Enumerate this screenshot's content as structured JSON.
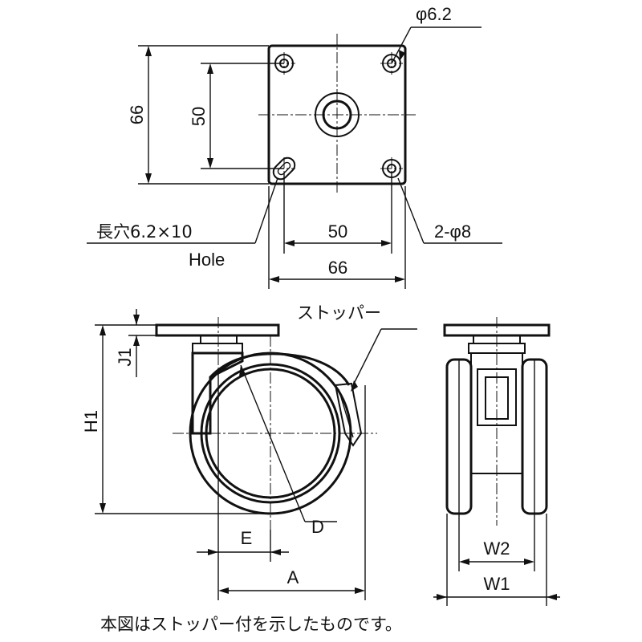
{
  "labels": {
    "hole_dia": "φ6.2",
    "plate_height": "66",
    "hole_pitch_v": "50",
    "slot": "長穴6.2×10",
    "slot_en": "Hole",
    "hole_pitch_h": "50",
    "plate_width": "66",
    "bolt_holes": "2-φ8",
    "stopper": "ストッパー",
    "j1": "J1",
    "h1": "H1",
    "d": "D",
    "e": "E",
    "a": "A",
    "w2": "W2",
    "w1": "W1"
  },
  "caption": "本図はストッパー付を示したものです。"
}
